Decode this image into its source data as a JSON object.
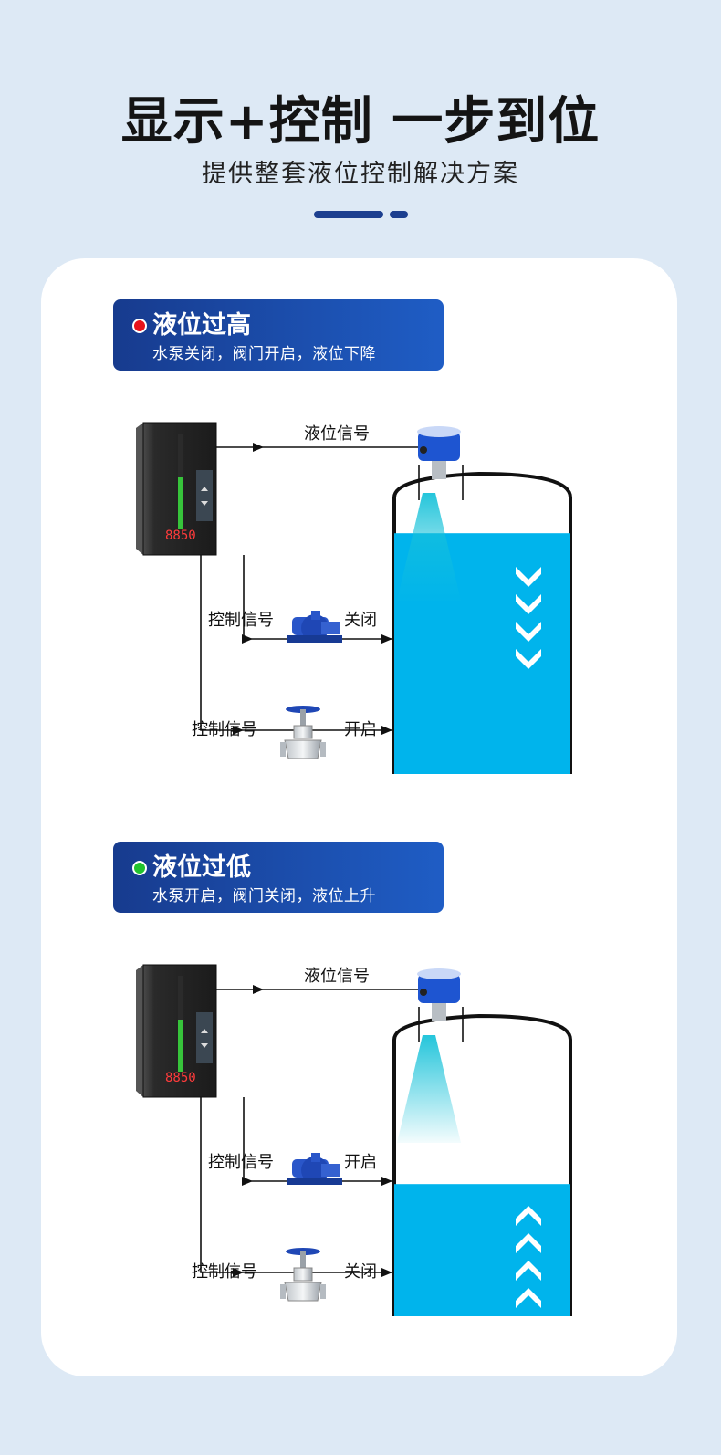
{
  "header": {
    "title": "显示+控制 一步到位",
    "subtitle": "提供整套液位控制解决方案"
  },
  "sections": [
    {
      "title": "液位过高",
      "description": "水泵关闭，阀门开启，液位下降",
      "indicator_color": "#e8121b",
      "level_signal": "液位信号",
      "pump_signal": "控制信号",
      "pump_state": "关闭",
      "valve_signal": "控制信号",
      "valve_state": "开启",
      "level_fraction": 0.82,
      "arrow_direction": "down"
    },
    {
      "title": "液位过低",
      "description": "水泵开启，阀门关闭，液位上升",
      "indicator_color": "#22c32e",
      "level_signal": "液位信号",
      "pump_signal": "控制信号",
      "pump_state": "开启",
      "valve_signal": "控制信号",
      "valve_state": "关闭",
      "level_fraction": 0.47,
      "arrow_direction": "up"
    }
  ],
  "colors": {
    "accent": "#1c3f8f",
    "water": "#00b4ec",
    "background": "#dde9f5"
  },
  "icons": [
    "controller-icon",
    "pump-icon",
    "valve-icon",
    "level-sensor-icon"
  ]
}
